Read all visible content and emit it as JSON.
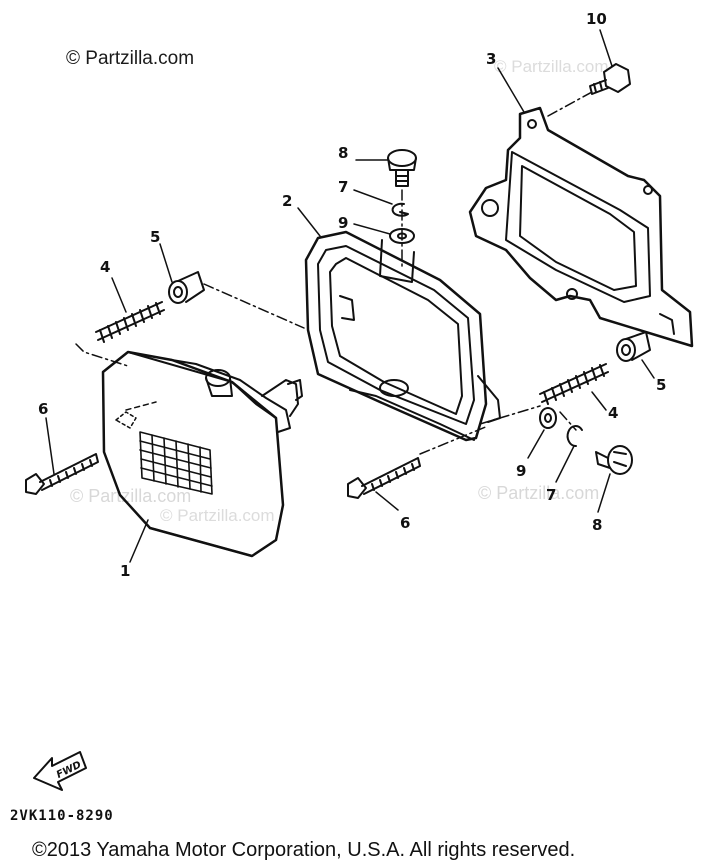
{
  "watermark": {
    "main": "© Partzilla.com",
    "faint": "© Partzilla.com"
  },
  "callouts": {
    "c1": "1",
    "c2": "2",
    "c3": "3",
    "c4a": "4",
    "c4b": "4",
    "c5a": "5",
    "c5b": "5",
    "c6a": "6",
    "c6b": "6",
    "c7a": "7",
    "c7b": "7",
    "c8a": "8",
    "c8b": "8",
    "c9a": "9",
    "c9b": "9",
    "c10": "10"
  },
  "fwd_label": "FWD",
  "diagram_code": "2VK110-8290",
  "copyright": "©2013  Yamaha Motor Corporation, U.S.A. All rights reserved."
}
